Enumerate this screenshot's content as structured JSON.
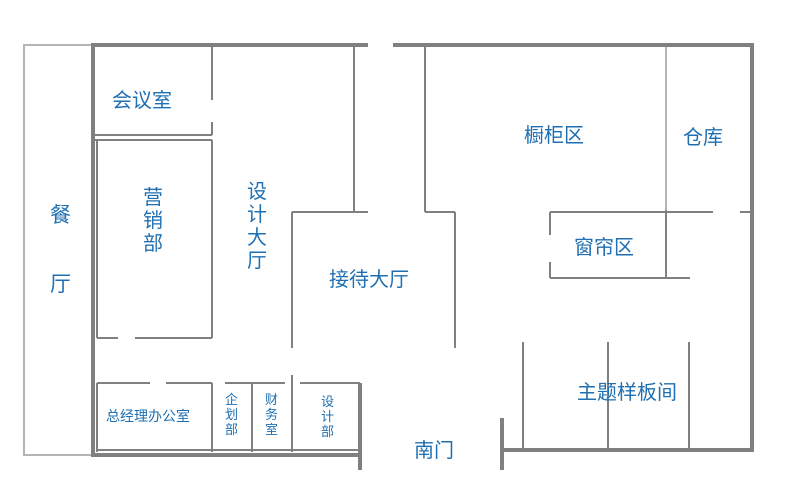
{
  "rooms": {
    "canting_top": "餐",
    "canting_bottom": "厅",
    "huiyishi": "会议室",
    "yingxiaobu": [
      "营",
      "销",
      "部"
    ],
    "sheji_dating": [
      "设",
      "计",
      "大",
      "厅"
    ],
    "jiedai_dating": "接待大厅",
    "chugui_qu": "橱柜区",
    "cangku": "仓库",
    "chuanglian_qu": "窗帘区",
    "zhuti_yangbanjian": "主题样板间",
    "zongjingli": "总经理办公室",
    "qihuabu": [
      "企",
      "划",
      "部"
    ],
    "caiwushi": [
      "财",
      "务",
      "室"
    ],
    "shejibu": [
      "设",
      "计",
      "部"
    ],
    "nanmen": "南门"
  },
  "colors": {
    "wall": "#808080",
    "light_wall": "#b4b4b4",
    "text": "#1f6fb2"
  }
}
